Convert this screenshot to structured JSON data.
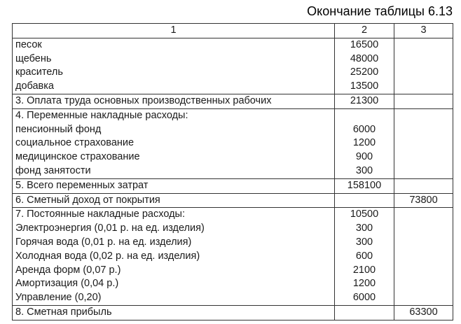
{
  "title": "Окончание таблицы 6.13",
  "header": [
    "1",
    "2",
    "3"
  ],
  "rows": [
    {
      "c1": [
        "песок",
        "щебень",
        "краситель",
        "добавка"
      ],
      "c2": [
        "16500",
        "48000",
        "25200",
        "13500"
      ],
      "c3": []
    },
    {
      "c1": [
        "3.  Оплата труда основных производственных рабочих"
      ],
      "c2": [
        "21300"
      ],
      "c3": []
    },
    {
      "c1": [
        "4.  Переменные накладные расходы:",
        "пенсионный фонд",
        "социальное страхование",
        "медицинское страхование",
        "фонд занятости"
      ],
      "c2": [
        "",
        "6000",
        "1200",
        "900",
        "300"
      ],
      "c3": []
    },
    {
      "c1": [
        "5.  Всего переменных затрат"
      ],
      "c2": [
        "158100"
      ],
      "c3": []
    },
    {
      "c1": [
        "6.  Сметный доход от покрытия"
      ],
      "c2": [],
      "c3": [
        "73800"
      ]
    },
    {
      "c1": [
        "7.  Постоянные накладные расходы:",
        "Электроэнергия (0,01 р. на ед. изделия)",
        "Горячая вода (0,01 р. на ед. изделия)",
        "Холодная вода (0,02 р. на ед. изделия)",
        "Аренда форм (0,07 р.)",
        "Амортизация (0,04 р.)",
        "Управление (0,20)"
      ],
      "c2": [
        "10500",
        "300",
        "300",
        "600",
        "2100",
        "1200",
        "6000"
      ],
      "c3": []
    },
    {
      "c1": [
        "8.  Сметная прибыль"
      ],
      "c2": [],
      "c3": [
        "63300"
      ]
    }
  ]
}
